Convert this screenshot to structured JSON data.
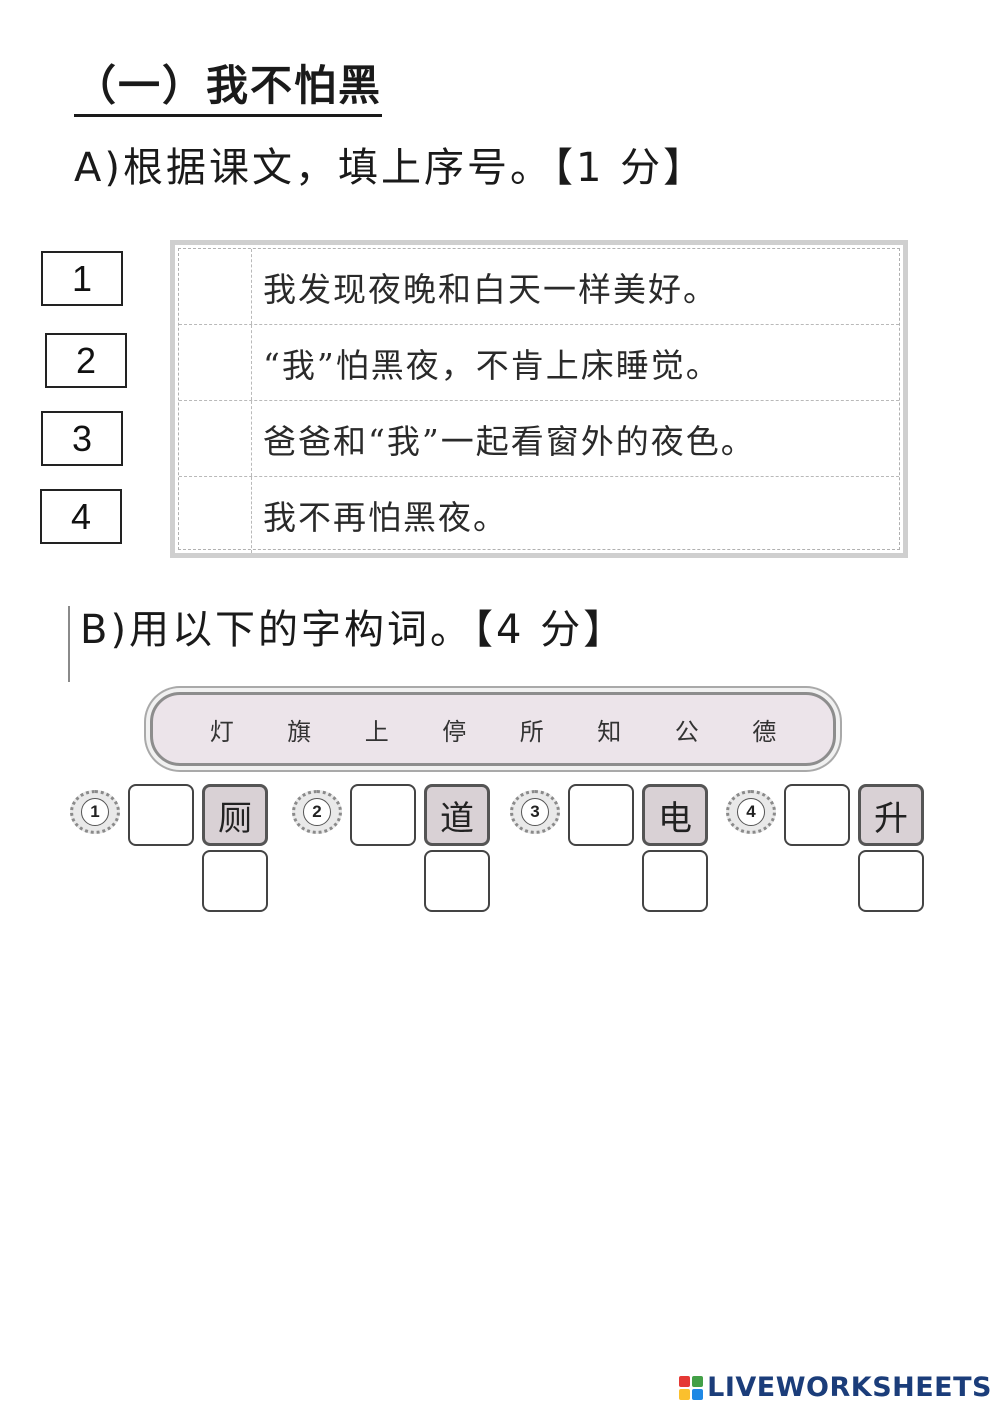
{
  "section": {
    "title": "（一）我不怕黑"
  },
  "part_a": {
    "instruction": "A)根据课文，填上序号。【1 分】",
    "answer_boxes": [
      "1",
      "2",
      "3",
      "4"
    ],
    "sentences": [
      "我发现夜晚和白天一样美好。",
      "“我”怕黑夜，不肯上床睡觉。",
      "爸爸和“我”一起看窗外的夜色。",
      "我不再怕黑夜。"
    ]
  },
  "part_b": {
    "instruction": "B)用以下的字构词。【4 分】",
    "word_bank": [
      "灯",
      "旗",
      "上",
      "停",
      "所",
      "知",
      "公",
      "德"
    ],
    "groups": [
      {
        "number": "1",
        "given": "厕"
      },
      {
        "number": "2",
        "given": "道"
      },
      {
        "number": "3",
        "given": "电"
      },
      {
        "number": "4",
        "given": "升"
      }
    ]
  },
  "footer": {
    "logo_text": "LIVEWORKSHEETS",
    "logo_colors": [
      "#e53935",
      "#43a047",
      "#fbc02d",
      "#1e88e5"
    ]
  }
}
